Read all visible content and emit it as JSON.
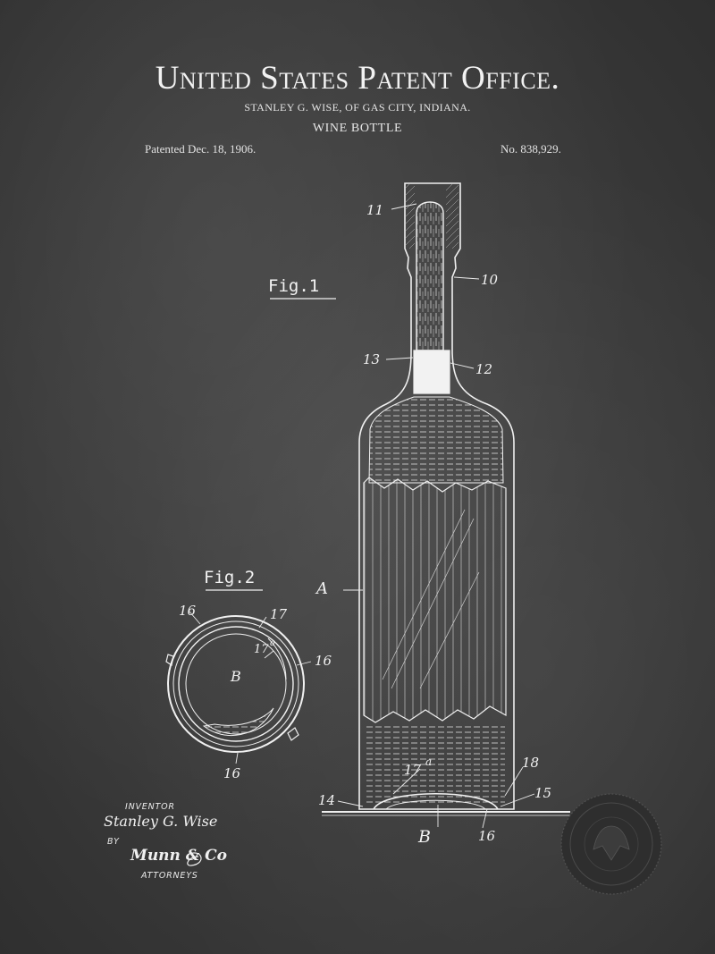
{
  "header": {
    "office": "United States Patent Office.",
    "inventor_line": "STANLEY G. WISE, OF GAS CITY, INDIANA.",
    "subject": "WINE BOTTLE",
    "patented": "Patented Dec. 18, 1906.",
    "number": "No. 838,929."
  },
  "figures": {
    "fig1_label": "Fig.1",
    "fig2_label": "Fig.2"
  },
  "references": {
    "r11": "11",
    "r10": "10",
    "r13": "13",
    "r12": "12",
    "rA": "A",
    "r18": "18",
    "r15": "15",
    "r14": "14",
    "r16b": "16",
    "r17a": "17",
    "r17a_sup": "a",
    "rB": "B",
    "fig2_16a": "16",
    "fig2_17": "17",
    "fig2_17a": "17",
    "fig2_17a_sup": "a",
    "fig2_16b": "16",
    "fig2_B": "B",
    "fig2_16c": "16"
  },
  "signature": {
    "inventor_caption": "INVENTOR",
    "inventor_name": "Stanley G. Wise",
    "by": "BY",
    "attorney_signature": "Munn & Co",
    "attorneys_caption": "ATTORNEYS"
  },
  "colors": {
    "background": "#3a3a3a",
    "ink": "#f2f2f2"
  }
}
